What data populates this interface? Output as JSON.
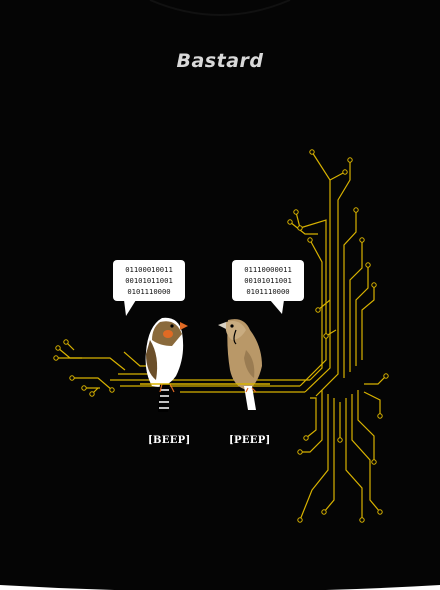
{
  "brand": {
    "name": "Bastard"
  },
  "bubbles": {
    "left": [
      "01100010011",
      "00101011001",
      "0101110000"
    ],
    "right": [
      "01110000011",
      "00101011001",
      "0101110000"
    ]
  },
  "captions": {
    "left": "[BEEP]",
    "right": "[PEEP]"
  },
  "colors": {
    "shirt": "#050505",
    "circuit": "#d8b200",
    "bubble": "#ffffff",
    "bird_left_head": "#8a6a3c",
    "bird_left_cheek": "#e06a24",
    "bird_right_body": "#b99868"
  }
}
